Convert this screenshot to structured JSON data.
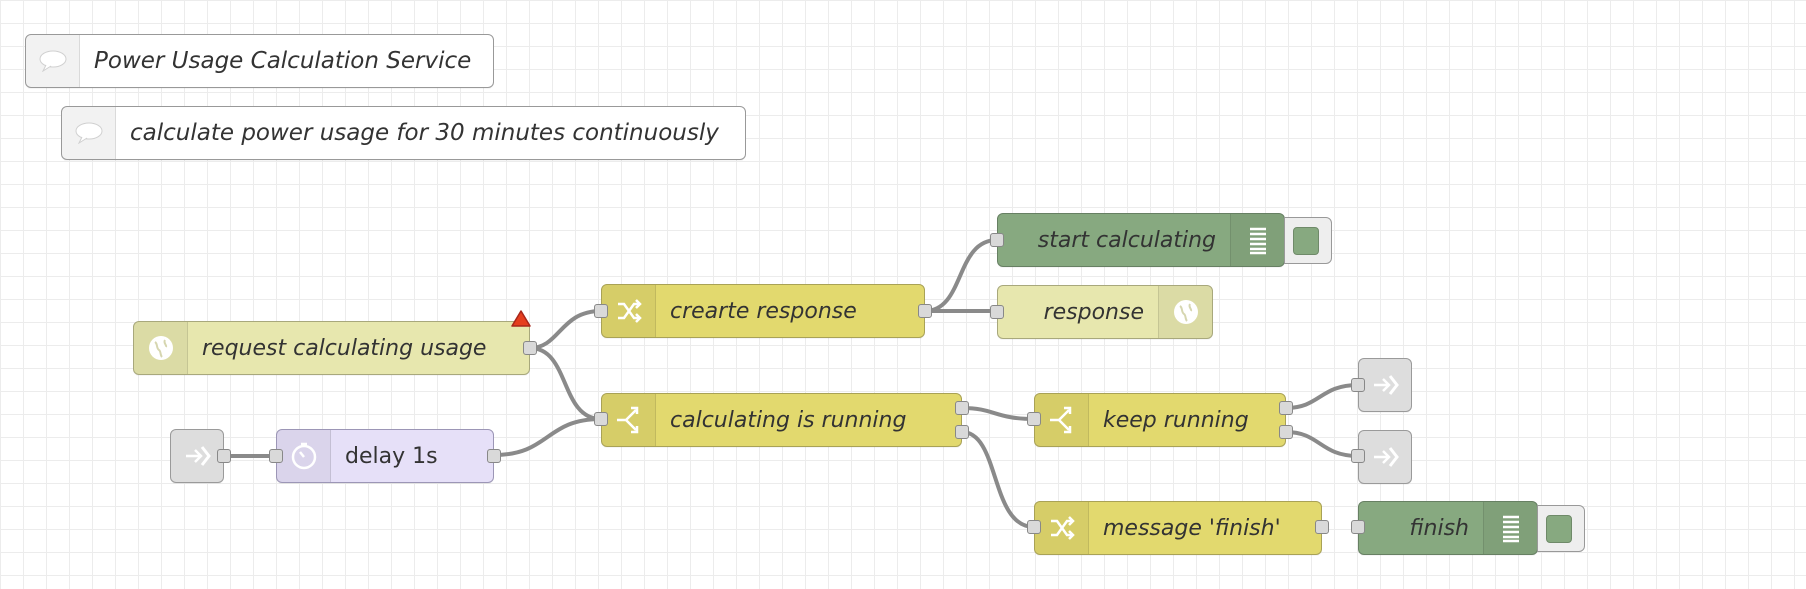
{
  "comments": {
    "title": "Power Usage Calculation Service",
    "description": "calculate power usage for 30 minutes continuously"
  },
  "nodes": {
    "request_calculating_usage": "request calculating usage",
    "crearte_response": "crearte response",
    "start_calculating": "start calculating",
    "response": "response",
    "calculating_is_running": "calculating is running",
    "keep_running": "keep running",
    "delay": "delay 1s",
    "message_finish": "message 'finish'",
    "finish": "finish"
  },
  "icons": {
    "comment": "comment-icon",
    "http_in": "globe-icon",
    "http_response": "globe-icon",
    "change": "shuffle-icon",
    "switch": "switch-icon",
    "debug": "list-icon",
    "delay": "timer-icon",
    "link": "link-icon"
  },
  "colors": {
    "function_yellow": "#e2d96e",
    "http_paleyellow": "#e7e7ae",
    "debug_green": "#87a980",
    "delay_lavender": "#e6e0f8",
    "link_grey": "#dddddd",
    "wire": "#8a8a8a",
    "warning": "#e53e1e"
  }
}
